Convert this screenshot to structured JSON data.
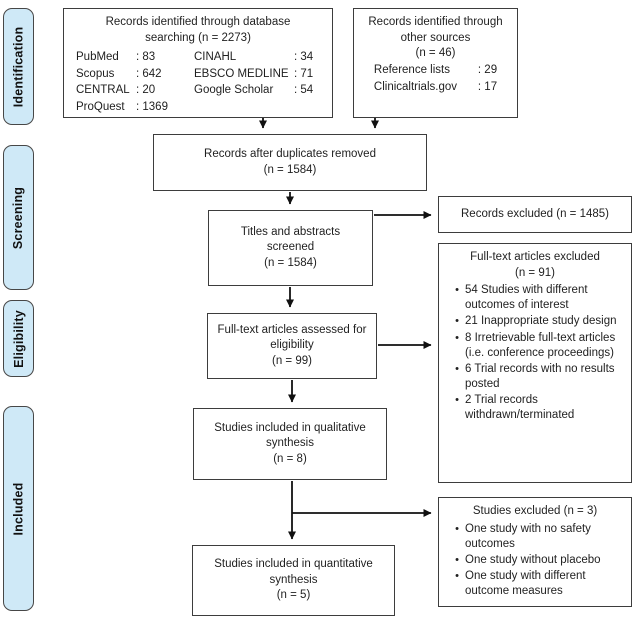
{
  "diagram": {
    "kind": "PRISMA flow diagram",
    "colors": {
      "stage_fill": "#cfe9f7",
      "stage_border": "#474747",
      "box_border": "#3d3d3d",
      "arrow": "#111111"
    },
    "icons": {
      "bullet": "•"
    },
    "stages": [
      {
        "label": "Identification"
      },
      {
        "label": "Screening"
      },
      {
        "label": "Eligibility"
      },
      {
        "label": "Included"
      }
    ],
    "boxes": {
      "db_search": {
        "title": "Records identified through database searching (n = 2273)",
        "left_sources": [
          {
            "name": "PubMed",
            "count": "83"
          },
          {
            "name": "Scopus",
            "count": "642"
          },
          {
            "name": "CENTRAL",
            "count": "20"
          },
          {
            "name": "ProQuest",
            "count": "1369"
          }
        ],
        "right_sources": [
          {
            "name": "CINAHL",
            "count": "34"
          },
          {
            "name": "EBSCO MEDLINE",
            "count": "71"
          },
          {
            "name": "Google Scholar",
            "count": "54"
          }
        ]
      },
      "other_sources": {
        "title": "Records identified through other sources",
        "n": "(n = 46)",
        "sources": [
          {
            "name": "Reference lists",
            "count": "29"
          },
          {
            "name": "Clinicaltrials.gov",
            "count": "17"
          }
        ]
      },
      "duplicates_removed": {
        "title": "Records after duplicates removed",
        "n": "(n = 1584)"
      },
      "titles_screened": {
        "title": "Titles and abstracts screened",
        "n": "(n = 1584)"
      },
      "fulltext_assessed": {
        "title": "Full-text articles assessed for eligibility",
        "n": "(n = 99)"
      },
      "qualitative": {
        "title": "Studies included in qualitative synthesis",
        "n": "(n = 8)"
      },
      "quantitative": {
        "title": "Studies included in quantitative synthesis",
        "n": "(n = 5)"
      },
      "records_excluded": {
        "title": "Records excluded (n = 1485)"
      },
      "fulltext_excluded": {
        "title": "Full-text articles excluded",
        "n": "(n = 91)",
        "reasons": [
          "54 Studies with different outcomes of interest",
          "21 Inappropriate study design",
          "8 Irretrievable full-text articles (i.e. conference proceedings)",
          "6 Trial records with no results posted",
          "2 Trial records withdrawn/terminated"
        ]
      },
      "studies_excluded": {
        "title": "Studies excluded (n = 3)",
        "reasons": [
          "One study with no safety outcomes",
          "One study without placebo",
          "One study with different outcome measures"
        ]
      }
    }
  }
}
